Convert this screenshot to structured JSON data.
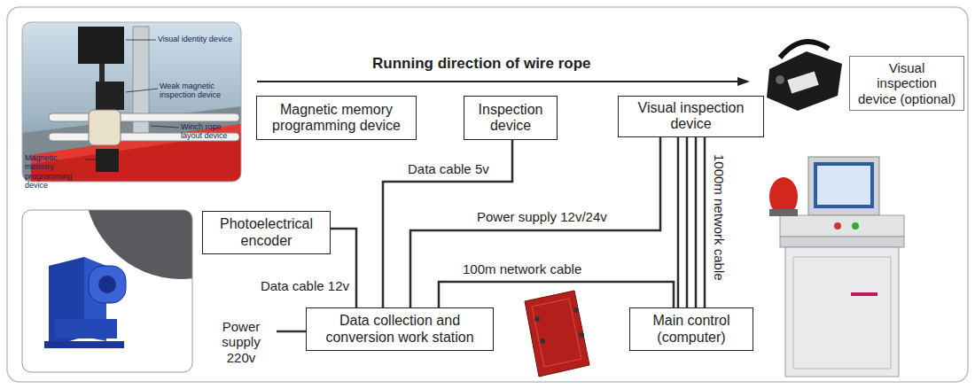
{
  "diagram": {
    "nodes": [
      {
        "text": [
          "Magnetic memory programming device"
        ]
      },
      {
        "text": [
          "Inspection device"
        ]
      },
      {
        "text": [
          "Visual inspection device"
        ]
      },
      {
        "text": [
          "Photoelectrical encoder"
        ]
      },
      {
        "text": [
          "Data collection and conversion work station"
        ]
      },
      {
        "text": [
          "Main control (computer)"
        ]
      },
      {
        "text": [
          "Visual inspection device (optional)"
        ]
      }
    ],
    "edges": [
      {
        "from": 1,
        "to": 4,
        "label": "Data cable 5v",
        "arrow": "none"
      },
      {
        "from": 3,
        "to": 4,
        "label": "Data cable 12v",
        "arrow": "none"
      },
      {
        "from": 2,
        "to": 4,
        "label": "Power supply 12v/24v",
        "arrow": "none"
      },
      {
        "from": 2,
        "to": 5,
        "label": "1000m network cable",
        "arrow": "none"
      },
      {
        "from": 4,
        "to": 5,
        "label": "100m network cable",
        "arrow": "none"
      }
    ],
    "labels": [
      "Running direction of wire rope",
      "Visual identity device",
      "Weak magnetic inspection device",
      "Winch rope layout device",
      "Magnetic memory programming device",
      "Power supply 220v"
    ]
  }
}
